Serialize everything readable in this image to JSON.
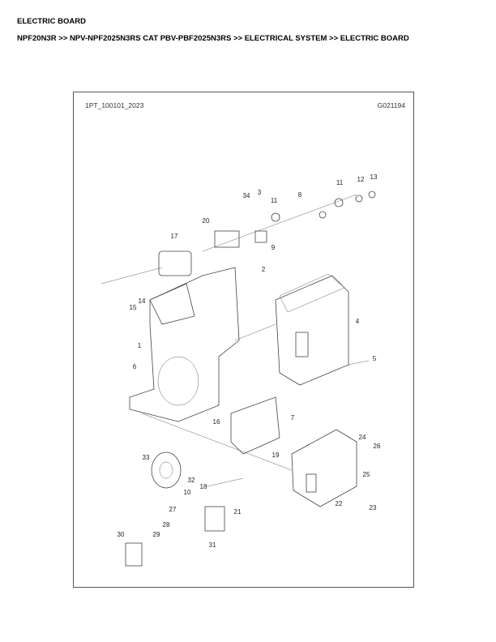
{
  "page_title": "ELECTRIC BOARD",
  "breadcrumb": "NPF20N3R >> NPV-NPF2025N3RS CAT PBV-PBF2025N3RS >> ELECTRICAL SYSTEM >> ELECTRIC BOARD",
  "diagram": {
    "reference": "1PT_100101_2023",
    "code": "G021194",
    "callouts": [
      "34",
      "3",
      "11",
      "8",
      "11",
      "12",
      "13",
      "20",
      "9",
      "17",
      "2",
      "4",
      "15",
      "14",
      "1",
      "5",
      "6",
      "7",
      "16",
      "24",
      "26",
      "25",
      "19",
      "33",
      "32",
      "18",
      "10",
      "22",
      "23",
      "21",
      "27",
      "28",
      "29",
      "31",
      "30"
    ]
  }
}
